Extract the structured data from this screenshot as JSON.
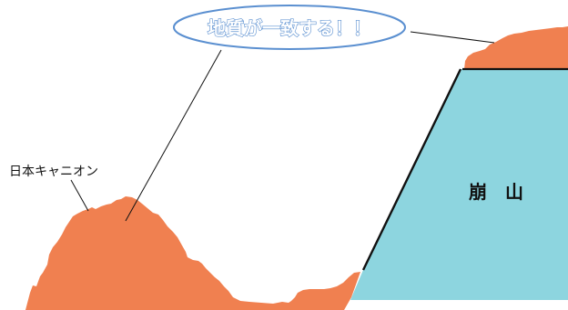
{
  "callout": {
    "text": "地質が一致する！！"
  },
  "labels": {
    "canyon": "日本キャニオン",
    "collapse": "崩　山"
  },
  "colors": {
    "terrain_orange": "#F08050",
    "collapse_blue": "#8DD5DF",
    "callout_stroke": "#5A8FD0",
    "line_black": "#111111"
  }
}
